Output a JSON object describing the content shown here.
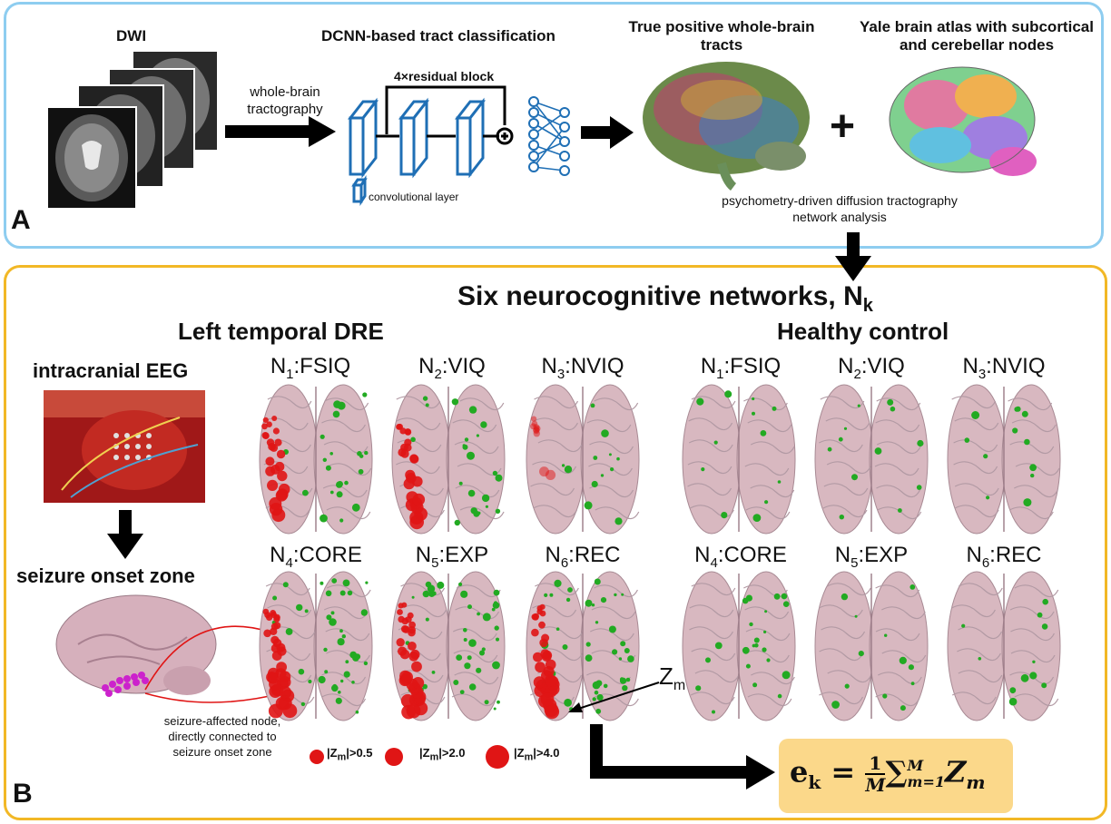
{
  "panel_a": {
    "label": "A",
    "dwi_title": "DWI",
    "tractography_label": "whole-brain\ntractography",
    "dcnn_title": "DCNN-based tract classification",
    "residual_label": "4×residual block",
    "conv_label": "convolutional layer",
    "true_tracts_title": "True positive whole-brain\ntracts",
    "atlas_title": "Yale brain atlas with subcortical\nand cerebellar nodes",
    "plus": "+",
    "analysis_label": "psychometry-driven diffusion tractography\nnetwork analysis"
  },
  "panel_b": {
    "label": "B",
    "title": "Six neurocognitive networks, N",
    "title_sub": "k",
    "left_group": "Left temporal DRE",
    "right_group": "Healthy control",
    "eeg_title": "intracranial EEG",
    "soz_title": "seizure onset zone",
    "affected_note": "seizure-affected node,\ndirectly connected to\nseizure onset zone",
    "zm": "Z",
    "zm_sub": "m",
    "legend": [
      {
        "pre": "|Z",
        "sub": "m",
        "post": "|>0.5"
      },
      {
        "pre": "|Z",
        "sub": "m",
        "post": "|>2.0"
      },
      {
        "pre": "|Z",
        "sub": "m",
        "post": "|>4.0"
      }
    ],
    "networks": [
      {
        "n": "N",
        "sub": "1",
        "name": ":FSIQ"
      },
      {
        "n": "N",
        "sub": "2",
        "name": ":VIQ"
      },
      {
        "n": "N",
        "sub": "3",
        "name": ":NVIQ"
      },
      {
        "n": "N",
        "sub": "4",
        "name": ":CORE"
      },
      {
        "n": "N",
        "sub": "5",
        "name": ":EXP"
      },
      {
        "n": "N",
        "sub": "6",
        "name": ":REC"
      }
    ],
    "formula": {
      "lhs": "e",
      "lhs_sub": "k",
      "eq": " = ",
      "num": "1",
      "den": "M",
      "sum": "∑",
      "sup": "M",
      "sub": "m=1",
      "term": "Z",
      "term_sub": "m"
    }
  },
  "colors": {
    "panel_a_border": "#8ecdf0",
    "panel_b_border": "#f2b826",
    "formula_bg": "#fbd88a",
    "cnn_blue": "#1f6fb5",
    "red_node": "#e01515",
    "green_node": "#22aa22",
    "brain": "#d8b8c0"
  }
}
